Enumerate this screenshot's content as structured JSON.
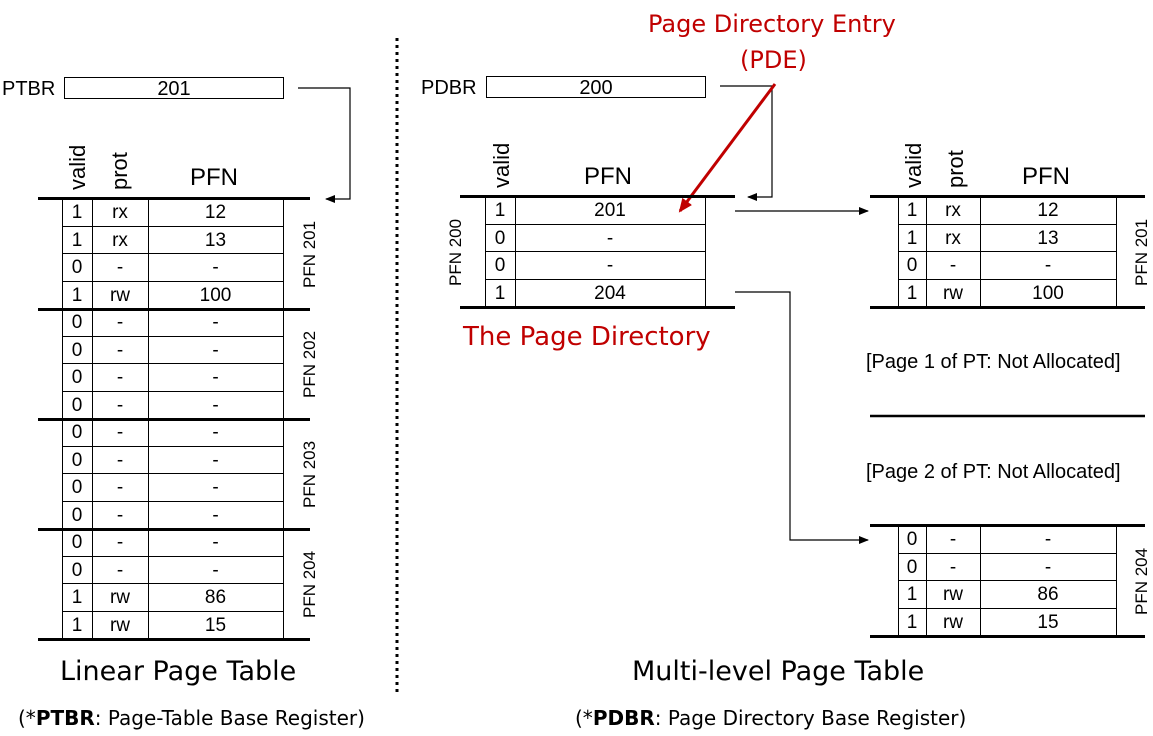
{
  "linear": {
    "register_label": "PTBR",
    "register_value": "201",
    "headers": {
      "valid": "valid",
      "prot": "prot",
      "pfn": "PFN"
    },
    "groups": [
      {
        "label": "PFN 201",
        "rows": [
          [
            "1",
            "rx",
            "12"
          ],
          [
            "1",
            "rx",
            "13"
          ],
          [
            "0",
            "-",
            "-"
          ],
          [
            "1",
            "rw",
            "100"
          ]
        ]
      },
      {
        "label": "PFN 202",
        "rows": [
          [
            "0",
            "-",
            "-"
          ],
          [
            "0",
            "-",
            "-"
          ],
          [
            "0",
            "-",
            "-"
          ],
          [
            "0",
            "-",
            "-"
          ]
        ]
      },
      {
        "label": "PFN 203",
        "rows": [
          [
            "0",
            "-",
            "-"
          ],
          [
            "0",
            "-",
            "-"
          ],
          [
            "0",
            "-",
            "-"
          ],
          [
            "0",
            "-",
            "-"
          ]
        ]
      },
      {
        "label": "PFN 204",
        "rows": [
          [
            "0",
            "-",
            "-"
          ],
          [
            "0",
            "-",
            "-"
          ],
          [
            "1",
            "rw",
            "86"
          ],
          [
            "1",
            "rw",
            "15"
          ]
        ]
      }
    ],
    "caption": "Linear Page Table",
    "note_prefix": "(*",
    "note_bold": "PTBR",
    "note_rest": ": Page-Table Base Register)"
  },
  "multilevel": {
    "register_label": "PDBR",
    "register_value": "200",
    "pde_line1": "Page Directory Entry",
    "pde_line2": "(PDE)",
    "directory": {
      "label": "PFN 200",
      "headers": {
        "valid": "valid",
        "pfn": "PFN"
      },
      "rows": [
        [
          "1",
          "201"
        ],
        [
          "0",
          "-"
        ],
        [
          "0",
          "-"
        ],
        [
          "1",
          "204"
        ]
      ],
      "caption": "The Page Directory"
    },
    "page1": {
      "label": "PFN 201",
      "headers": {
        "valid": "valid",
        "prot": "prot",
        "pfn": "PFN"
      },
      "rows": [
        [
          "1",
          "rx",
          "12"
        ],
        [
          "1",
          "rx",
          "13"
        ],
        [
          "0",
          "-",
          "-"
        ],
        [
          "1",
          "rw",
          "100"
        ]
      ]
    },
    "not_alloc_1": "[Page 1 of PT: Not Allocated]",
    "not_alloc_2": "[Page 2 of PT: Not Allocated]",
    "page4": {
      "label": "PFN 204",
      "rows": [
        [
          "0",
          "-",
          "-"
        ],
        [
          "0",
          "-",
          "-"
        ],
        [
          "1",
          "rw",
          "86"
        ],
        [
          "1",
          "rw",
          "15"
        ]
      ]
    },
    "caption": "Multi-level Page Table",
    "note_prefix": "(*",
    "note_bold": "PDBR",
    "note_rest": ": Page Directory Base Register)"
  },
  "colors": {
    "accent_red": "#c00000"
  }
}
